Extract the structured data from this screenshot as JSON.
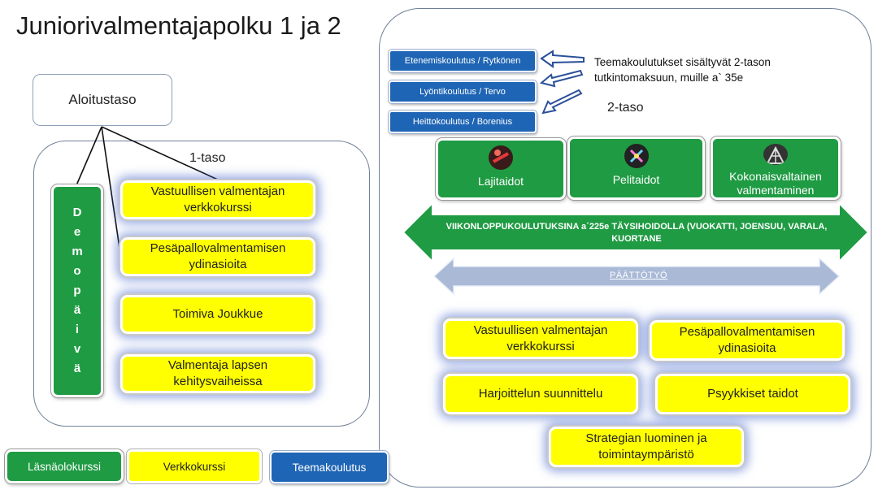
{
  "title": "Juniorivalmentajapolku 1 ja 2",
  "start_level": "Aloitustaso",
  "level1": {
    "label": "1-taso",
    "demo_day": [
      "D",
      "e",
      "m",
      "o",
      "p",
      "ä",
      "i",
      "v",
      "ä"
    ],
    "courses": [
      "Vastuullisen valmentajan verkkokurssi",
      "Pesäpallovalmentamisen ydinasioita",
      "Toimiva Joukkue",
      "Valmentaja lapsen kehitysvaiheissa"
    ]
  },
  "level2": {
    "label": "2-taso",
    "theme_courses": [
      "Etenemiskoulutus / Rytkönen",
      "Lyöntikoulutus / Tervo",
      "Heittokoulutus / Borenius"
    ],
    "theme_note": [
      "Teemakoulutukset sisältyvät 2-tason",
      "tutkintomaksuun, muille a` 35e"
    ],
    "skill_tiles": [
      "Lajitaidot",
      "Pelitaidot",
      "Kokonaisvaltainen valmentaminen"
    ],
    "weekend_arrow": "VIIKONLOPPUKOULUTUKSINA a´225e TÄYSIHOIDOLLA (VUOKATTI, JOENSUU, VARALA, KUORTANE",
    "final_work": "PÄÄTTÖTYÖ",
    "courses": [
      "Vastuullisen valmentajan verkkokurssi",
      "Pesäpallovalmentamisen ydinasioita",
      "Harjoittelun suunnittelu",
      "Psyykkiset taidot",
      "Strategian luominen ja toimintaympäristö"
    ]
  },
  "legend": [
    "Läsnäolokurssi",
    "Verkkokurssi",
    "Teemakoulutus"
  ],
  "colors": {
    "green": "#1f9b43",
    "yellow": "#ffff00",
    "blue": "#1f65b5",
    "arrow_grey": "#a9b9d6"
  }
}
